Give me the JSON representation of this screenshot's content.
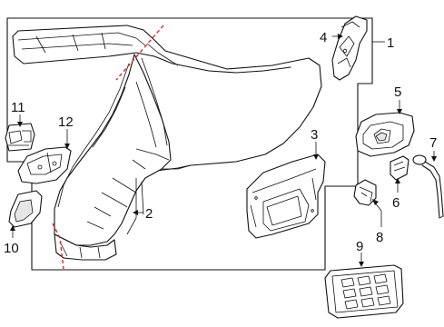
{
  "diagram": {
    "callouts": {
      "c1": "1",
      "c2": "2",
      "c3": "3",
      "c4": "4",
      "c5": "5",
      "c6": "6",
      "c7": "7",
      "c8": "8",
      "c9": "9",
      "c10": "10",
      "c11": "11",
      "c12": "12"
    },
    "colors": {
      "line": "#111111",
      "cut_line": "#e0262a",
      "background": "#ffffff"
    }
  }
}
